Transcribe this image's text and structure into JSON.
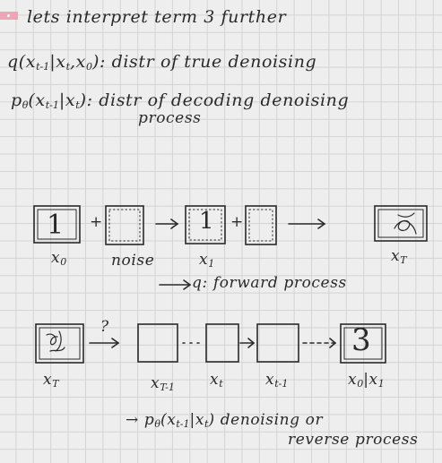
{
  "notes": {
    "title": "lets interpret term 3 further",
    "q_def": {
      "q": "q(x",
      "q_sub1": "t-1",
      "q_mid": "|x",
      "q_sub2": "t",
      "q_mid2": ",x",
      "q_sub3": "0",
      "q_tail": "): distr of true denoising"
    },
    "p_def": {
      "p": "p",
      "p_theta": "θ",
      "p_mid": "(x",
      "p_sub1": "t-1",
      "p_mid2": "|x",
      "p_sub2": "t",
      "p_tail": "): distr of decoding denoising",
      "p_line2": "process"
    }
  },
  "forward": {
    "box_x0_content": "1",
    "plus1": "+",
    "plus2": "+",
    "arrow_label": "→",
    "label_x0": "x",
    "label_x0_sub": "0",
    "label_noise": "noise",
    "label_x1": "x",
    "label_x1_sub": "1",
    "label_xT": "x",
    "label_xT_sub": "T",
    "caption": "→ q: forward process"
  },
  "reverse": {
    "question": "?",
    "label_xT": "x",
    "label_xT_sub": "T",
    "label_xT1": "x",
    "label_xT1_sub": "T-1",
    "label_xt": "x",
    "label_xt_sub": "t",
    "label_xt1": "x",
    "label_xt1_sub": "t-1",
    "label_x0": "x",
    "label_x0_sub": "0",
    "label_x1": "|x",
    "label_x1_sub": "1",
    "box_x0_content": "3",
    "caption_p": "→ p",
    "caption_theta": "θ",
    "caption_mid": "(x",
    "caption_sub": "t-1",
    "caption_mid2": "|x",
    "caption_sub2": "t",
    "caption_tail": ") denoising or",
    "caption_line2": "reverse process"
  }
}
